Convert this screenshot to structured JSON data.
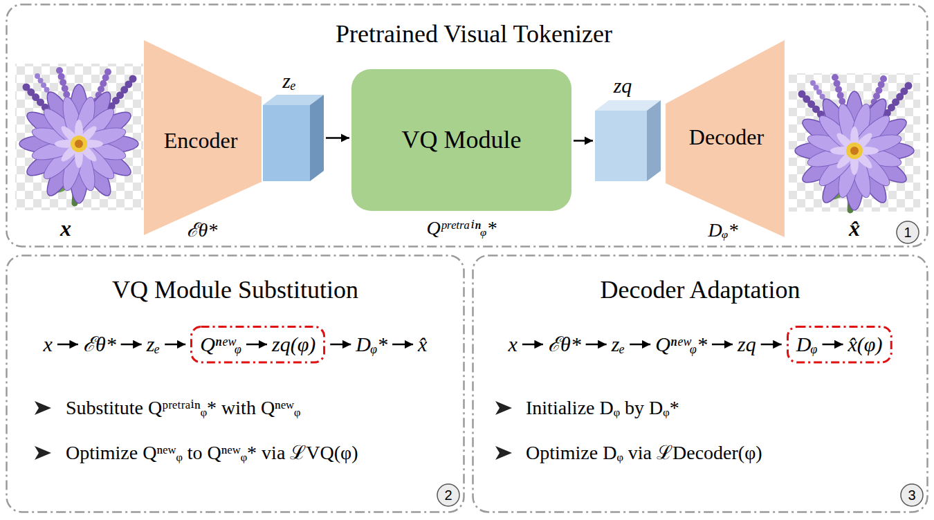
{
  "diagram": {
    "nodes": [
      {
        "text": [
          "Pretrained Visual Tokenizer"
        ]
      },
      {
        "text": [
          "Encoder",
          "ℰθ*"
        ],
        "in": 0
      },
      {
        "text": [
          "zₑ"
        ],
        "in": 0
      },
      {
        "text": [
          "VQ Module",
          "Qᵖʳᵉᵗʳᵃⁱⁿᵩ*"
        ],
        "in": 0
      },
      {
        "text": [
          "zq"
        ],
        "in": 0
      },
      {
        "text": [
          "Decoder",
          "Dᵩ*"
        ],
        "in": 0
      },
      {
        "text": [
          "VQ Module Substitution"
        ]
      },
      {
        "text": [
          "Qⁿᵉʷᵩ",
          "zq(φ)"
        ],
        "in": 6
      },
      {
        "text": [
          "Decoder Adaptation"
        ]
      },
      {
        "text": [
          "Dᵩ",
          "x̂(φ)"
        ],
        "in": 8
      }
    ],
    "edges": [
      {
        "from": 2,
        "to": 3,
        "arrow": "to"
      },
      {
        "from": 3,
        "to": 4,
        "arrow": "to"
      }
    ],
    "labels": [
      "x",
      "x̂",
      "1",
      "x",
      "ℰθ*",
      "zₑ",
      "Dᵩ*",
      "x̂",
      "Substitute Qᵖʳᵉᵗʳᵃⁱⁿᵩ* with Qⁿᵉʷᵩ",
      "Optimize Qⁿᵉʷᵩ to Qⁿᵉʷᵩ* via ℒVQ(φ)",
      "2",
      "x",
      "ℰθ*",
      "zₑ",
      "Qⁿᵉʷᵩ*",
      "zq",
      "Initialize Dᵩ by Dᵩ*",
      "Optimize Dᵩ via ℒDecoder(φ)",
      "3"
    ]
  }
}
